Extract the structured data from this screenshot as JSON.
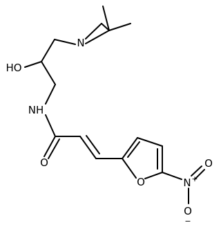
{
  "structure": {
    "atoms": {
      "aziridine_n": "N",
      "hydroxyl": "HO",
      "amide_nh": "NH",
      "carbonyl_o": "O",
      "furan_o": "O",
      "nitro_n": "N",
      "nitro_n_charge": "+",
      "nitro_o_top": "O",
      "nitro_o_bottom": "O",
      "nitro_o_bottom_charge": "−"
    }
  },
  "colors": {
    "bond": "#000000",
    "label": "#000000",
    "background": "#ffffff"
  }
}
